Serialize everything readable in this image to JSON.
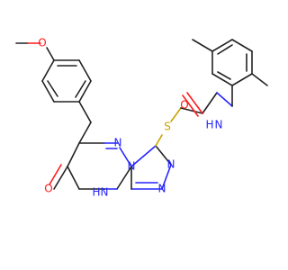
{
  "molecule": {
    "atom_labels": {
      "methoxy_o": "O",
      "amide_o": "O",
      "amide_nh": "N",
      "amide_h": "H",
      "sulfur": "S",
      "ring_n1": "N",
      "ring_n2": "N",
      "ring_n3": "N",
      "ring_n4": "N",
      "ring_nh": "N",
      "ring_h": "H",
      "keto_o": "O"
    },
    "colors": {
      "carbon_bond": "#222222",
      "oxygen": "#ff1a1a",
      "nitrogen": "#2424ff",
      "sulfur": "#c8a200"
    }
  }
}
